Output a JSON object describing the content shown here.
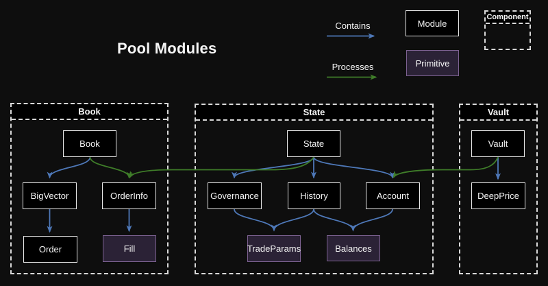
{
  "title": "Pool Modules",
  "colors": {
    "background": "#0e0e0e",
    "box_fill": "#000000",
    "box_border": "#e8e8e8",
    "primitive_fill": "#2b2236",
    "primitive_border": "#7d6292",
    "contains_blue": "#4e78b8",
    "processes_green": "#3f7d29",
    "container_border": "#d9d9d9",
    "text": "#f5f5f5"
  },
  "legend": {
    "contains": "Contains",
    "processes": "Processes",
    "module": "Module",
    "primitive": "Primitive",
    "component": "Component"
  },
  "groups": {
    "book": {
      "label": "Book"
    },
    "state": {
      "label": "State"
    },
    "vault": {
      "label": "Vault"
    }
  },
  "nodes": {
    "book": {
      "label": "Book",
      "type": "module"
    },
    "bigvector": {
      "label": "BigVector",
      "type": "module"
    },
    "orderinfo": {
      "label": "OrderInfo",
      "type": "module"
    },
    "order": {
      "label": "Order",
      "type": "module"
    },
    "fill": {
      "label": "Fill",
      "type": "primitive"
    },
    "state": {
      "label": "State",
      "type": "module"
    },
    "governance": {
      "label": "Governance",
      "type": "module"
    },
    "history": {
      "label": "History",
      "type": "module"
    },
    "account": {
      "label": "Account",
      "type": "module"
    },
    "tradeparams": {
      "label": "TradeParams",
      "type": "primitive"
    },
    "balances": {
      "label": "Balances",
      "type": "primitive"
    },
    "vault": {
      "label": "Vault",
      "type": "module"
    },
    "deepprice": {
      "label": "DeepPrice",
      "type": "module"
    }
  },
  "edges": [
    {
      "from": "Book",
      "to": "BigVector",
      "type": "contains"
    },
    {
      "from": "Book",
      "to": "OrderInfo",
      "type": "processes"
    },
    {
      "from": "BigVector",
      "to": "Order",
      "type": "contains"
    },
    {
      "from": "OrderInfo",
      "to": "Fill",
      "type": "contains"
    },
    {
      "from": "State",
      "to": "Governance",
      "type": "contains"
    },
    {
      "from": "State",
      "to": "History",
      "type": "contains"
    },
    {
      "from": "State",
      "to": "Account",
      "type": "contains"
    },
    {
      "from": "State",
      "to": "OrderInfo",
      "type": "processes"
    },
    {
      "from": "Governance",
      "to": "TradeParams",
      "type": "contains"
    },
    {
      "from": "History",
      "to": "TradeParams",
      "type": "contains"
    },
    {
      "from": "History",
      "to": "Balances",
      "type": "contains"
    },
    {
      "from": "Account",
      "to": "Balances",
      "type": "contains"
    },
    {
      "from": "Vault",
      "to": "DeepPrice",
      "type": "contains"
    },
    {
      "from": "Vault",
      "to": "Account",
      "type": "processes"
    }
  ]
}
